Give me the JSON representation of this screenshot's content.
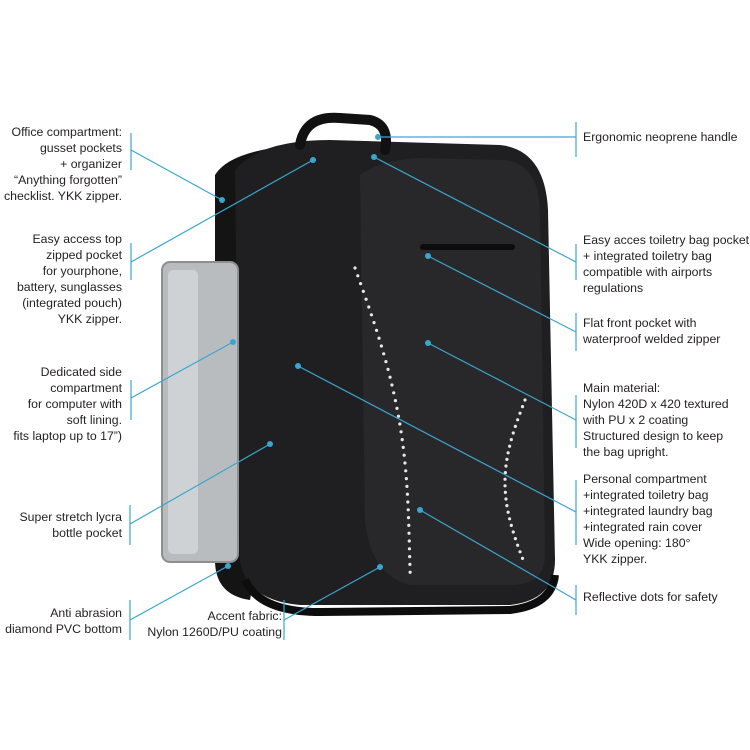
{
  "left_callouts": [
    {
      "text": "Office compartment:\ngusset pockets\n+ organizer\n“Anything forgotten”\nchecklist. YKK zipper."
    },
    {
      "text": "Easy access top\nzipped pocket\nfor yourphone,\nbattery, sunglasses\n(integrated pouch)\nYKK zipper."
    },
    {
      "text": "Dedicated side\ncompartment\nfor computer with\nsoft lining.\nfits laptop up to 17”)"
    },
    {
      "text": "Super stretch lycra\nbottle pocket"
    },
    {
      "text": "Anti abrasion\ndiamond PVC bottom"
    },
    {
      "text": "Accent fabric:\nNylon 1260D/PU coating"
    }
  ],
  "right_callouts": [
    {
      "text": "Ergonomic neoprene handle"
    },
    {
      "text": "Easy acces toiletry bag pocket\n+ integrated toiletry bag\ncompatible with airports\nregulations"
    },
    {
      "text": "Flat front pocket with\nwaterproof welded zipper"
    },
    {
      "text": "Main material:\nNylon 420D x 420 textured\nwith PU x 2 coating\nStructured design to keep\nthe bag upright."
    },
    {
      "text": "Personal compartment\n+integrated toiletry bag\n+integrated laundry bag\n+integrated rain cover\nWide opening: 180°\nYKK zipper."
    },
    {
      "text": "Reflective dots for safety"
    }
  ],
  "colors": {
    "leader_line": "#3aa6cf",
    "bag": "#1c1c1e",
    "laptop": "#b9bcbf",
    "text": "#231f20"
  }
}
